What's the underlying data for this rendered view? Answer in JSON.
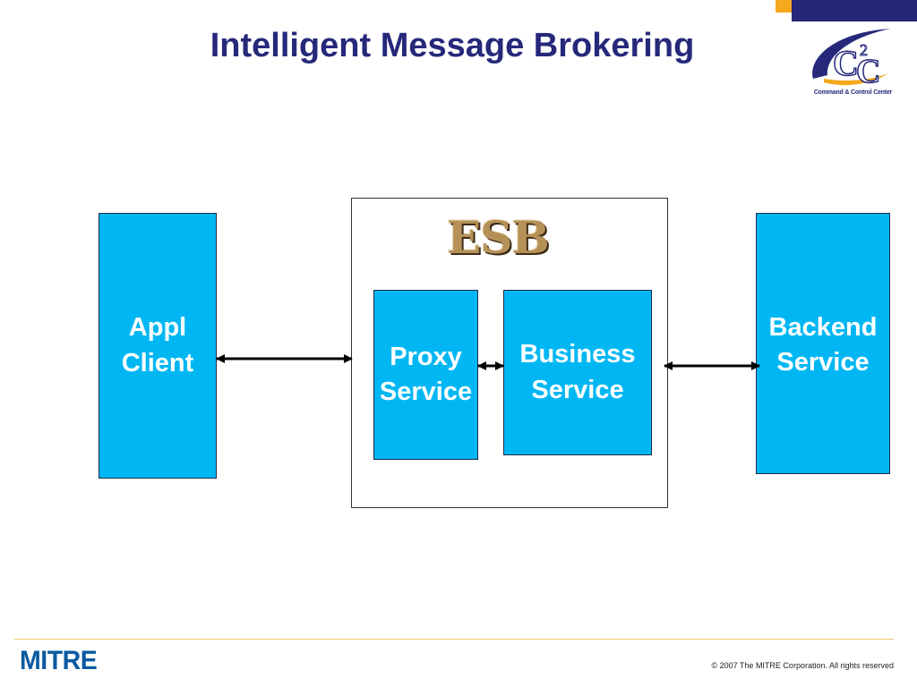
{
  "title": "Intelligent Message Brokering",
  "logo": {
    "mark": "C2C",
    "caption": "Command & Control Center"
  },
  "esb": {
    "label": "ESB"
  },
  "nodes": {
    "appl_client": "Appl\nClient",
    "proxy_service": "Proxy\nService",
    "business_service": "Business\nService",
    "backend_service": "Backend\nService"
  },
  "footer": {
    "brand": "MITRE",
    "copyright": "© 2007 The MITRE Corporation. All rights reserved"
  },
  "colors": {
    "box_fill": "#00b7f3",
    "title": "#26297a",
    "brand": "#0a5aa0",
    "accent_orange": "#f5a81c",
    "accent_navy": "#27277a"
  }
}
